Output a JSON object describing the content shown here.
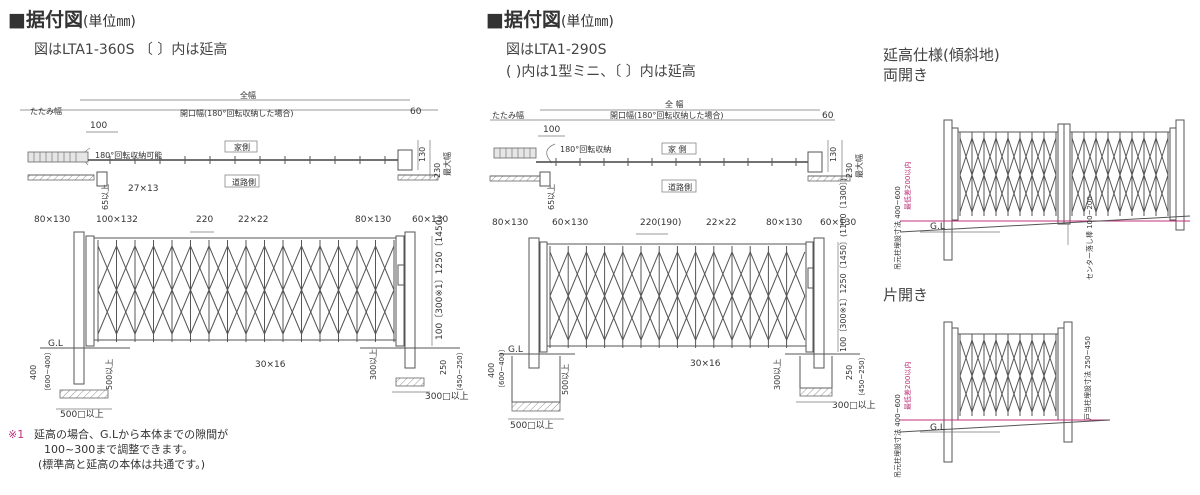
{
  "left_panel": {
    "title": "■据付図",
    "title_unit": "(単位㎜)",
    "subtitle": "図はLTA1-360S 〔 〕内は延高",
    "plan": {
      "label_tatami": "たたみ幅",
      "label_zenpuku": "全幅",
      "label_kaikou": "開口幅(180°回転収納した場合)",
      "label_60": "60",
      "label_100": "100",
      "label_180": "180°回転収納可能",
      "label_yashiki": "家側",
      "label_doro": "道路側",
      "label_27x13": "27×13",
      "label_65": "65以上",
      "label_130": "130",
      "label_230": "230",
      "label_saidai": "最大幅"
    },
    "elev": {
      "label_80x130_a": "80×130",
      "label_100x132": "100×132",
      "label_220": "220",
      "label_22x22": "22×22",
      "label_80x130_b": "80×130",
      "label_60x130": "60×130",
      "label_height": "100〔300※1〕1250〔1450〕",
      "label_30x16": "30×16",
      "label_gl": "G.L",
      "label_400": "400",
      "label_600_400": "〔600~400〕",
      "label_500": "500以上",
      "label_500sq": "500□以上",
      "label_300": "300以上",
      "label_250": "250",
      "label_450_250": "〔450~250〕",
      "label_300sq": "300□以上"
    },
    "footnote_mark": "※1",
    "footnote_lines": [
      "延高の場合、G.Lから本体までの隙間が",
      "100~300まで調整できます。",
      "(標準高と延高の本体は共通です。)"
    ]
  },
  "mid_panel": {
    "title": "■据付図",
    "title_unit": "(単位㎜)",
    "subtitle1": "図はLTA1-290S",
    "subtitle2": "( )内は1型ミニ、〔 〕内は延高",
    "plan": {
      "label_tatami": "たたみ幅",
      "label_zenpuku": "全 幅",
      "label_kaikou": "開口幅(180°回転収納した場合)",
      "label_60": "60",
      "label_100": "100",
      "label_180": "180°回転収納",
      "label_yashiki": "家 側",
      "label_doro": "道路側",
      "label_65": "65以上",
      "label_130": "130",
      "label_230": "230",
      "label_saidai": "最大幅"
    },
    "elev": {
      "label_80x130_a": "80×130",
      "label_60x130_a": "60×130",
      "label_220": "220(190)",
      "label_22x22": "22×22",
      "label_80x130_b": "80×130",
      "label_60x130_b": "60×130",
      "label_height": "100〔300※1〕1250〔1450〕(1100〔1300〕)",
      "label_30x16": "30×16",
      "label_gl": "G.L",
      "label_400": "400",
      "label_600_400": "〔600~400〕",
      "label_500": "500以上",
      "label_500sq": "500□以上",
      "label_300": "300以上",
      "label_250": "250",
      "label_450_250": "〔450~250〕",
      "label_300sq": "300□以上"
    }
  },
  "right_panel": {
    "title": "延高仕様(傾斜地)",
    "double_label": "両開き",
    "single_label": "片開き",
    "double": {
      "label_max": "最低差200以内",
      "label_gl": "G.L",
      "label_post": "吊元柱埋設寸法 400~600",
      "label_center": "センター落し棒 100~200"
    },
    "single": {
      "label_max": "最低差200以内",
      "label_gl": "G.L",
      "label_post": "吊元柱埋設寸法 400~600",
      "label_door": "戸当柱埋設寸法 250~450"
    }
  }
}
